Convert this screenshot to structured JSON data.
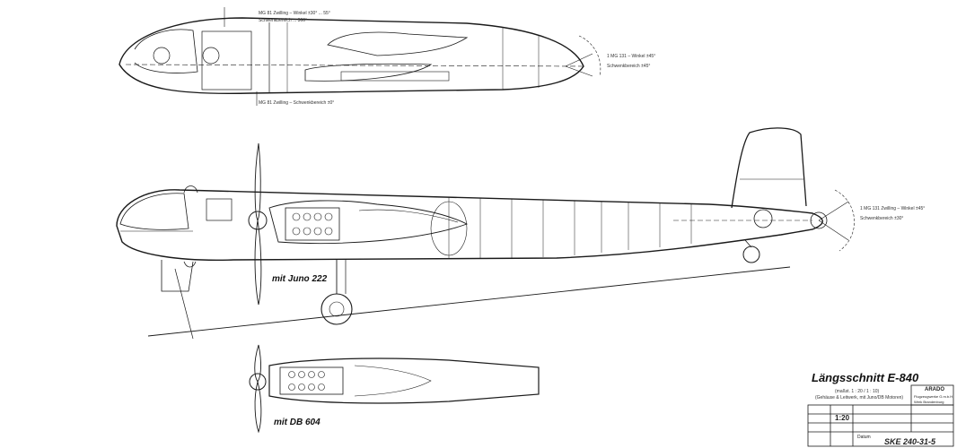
{
  "drawing": {
    "title": "Längsschnitt E-840",
    "subtitle_line1": "(maßst. 1 : 20 / 1 : 10)",
    "subtitle_line2": "(Gehäuse & Leitwerk, mit Juno/DB Motoren)",
    "engine_label_juno": "mit Juno 222",
    "engine_label_db": "mit DB 604",
    "top_notes": [
      "MG 81 Zwilling – Winkel ±30° ... 55°",
      "Schwenkbereich ... 360°"
    ],
    "top_bottom_note": "MG 81 Zwilling – Schwenkbereich ±0°",
    "tail_notes_top": [
      "1 MG 131 – Winkel ±45°",
      "Schwenkbereich ±45°"
    ],
    "tail_notes_side": [
      "1 MG 131 Zwilling – Winkel ±45°",
      "Schwenkbereich ±30°"
    ]
  },
  "title_block": {
    "scale": "1:20",
    "company": "ARADO",
    "company_sub_1": "Flugzeugwerke G.m.b.H.",
    "company_sub_2": "Werk Brandenburg",
    "drawing_number": "SKE 240-31-5",
    "sheet_label": "Datum"
  }
}
